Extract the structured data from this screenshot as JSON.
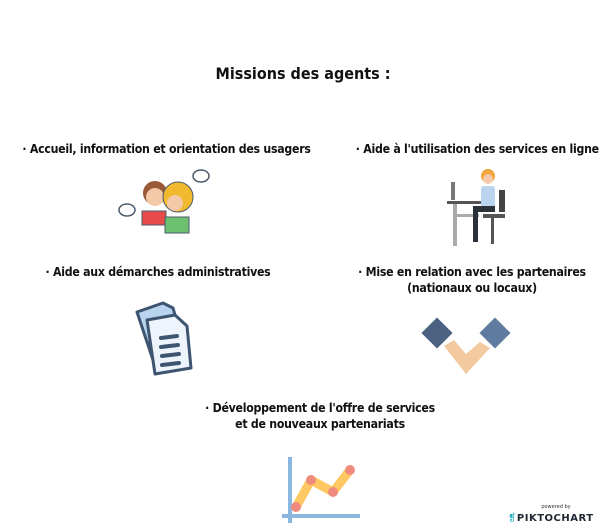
{
  "title": "Missions des agents :",
  "missions": [
    {
      "lines": [
        "· Accueil, information et orientation des usagers"
      ],
      "icon": "people-talking-icon"
    },
    {
      "lines": [
        "· Aide à l'utilisation des services en ligne"
      ],
      "icon": "person-at-computer-icon"
    },
    {
      "lines": [
        "· Aide aux démarches administratives"
      ],
      "icon": "documents-icon"
    },
    {
      "lines": [
        "· Mise en relation avec les partenaires",
        "(nationaux ou locaux)"
      ],
      "icon": "handshake-icon"
    },
    {
      "lines": [
        "· Développement de l'offre de services",
        "et de nouveaux partenariats"
      ],
      "icon": "growth-chart-icon"
    }
  ],
  "branding": {
    "powered": "powered by",
    "name": "PIKTOCHART"
  }
}
